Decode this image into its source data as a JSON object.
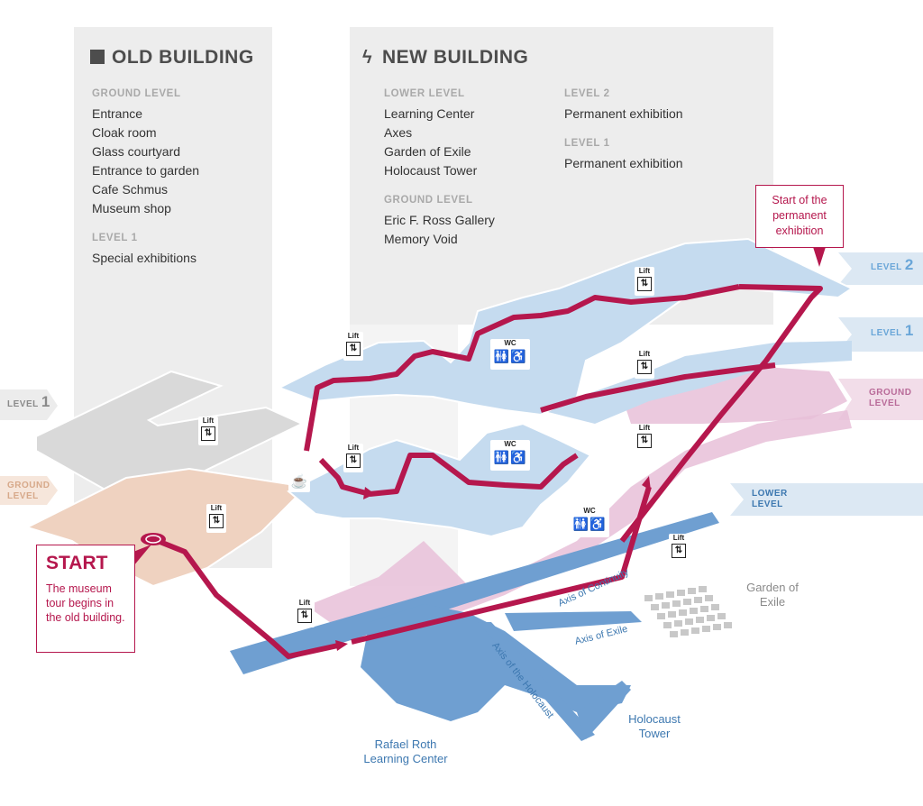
{
  "old_building": {
    "title": "OLD BUILDING",
    "ground_level": {
      "label": "GROUND LEVEL",
      "items": [
        "Entrance",
        "Cloak room",
        "Glass courtyard",
        "Entrance to garden",
        "Cafe Schmus",
        "Museum shop"
      ]
    },
    "level1": {
      "label": "LEVEL 1",
      "items": [
        "Special exhibitions"
      ]
    }
  },
  "new_building": {
    "title": "NEW BUILDING",
    "lower_level": {
      "label": "LOWER LEVEL",
      "items": [
        "Learning Center",
        "Axes",
        "Garden of Exile",
        "Holocaust Tower"
      ]
    },
    "ground_level": {
      "label": "GROUND LEVEL",
      "items": [
        "Eric F. Ross Gallery",
        "Memory Void"
      ]
    },
    "level2": {
      "label": "LEVEL 2",
      "items": [
        "Permanent exhibition"
      ]
    },
    "level1": {
      "label": "LEVEL 1",
      "items": [
        "Permanent exhibition"
      ]
    }
  },
  "level_tags": {
    "left_level1": "LEVEL",
    "left_level1_num": "1",
    "left_ground": "GROUND LEVEL",
    "right_level2": "LEVEL",
    "right_level2_num": "2",
    "right_level1": "LEVEL",
    "right_level1_num": "1",
    "right_ground": "GROUND LEVEL",
    "right_lower": "LOWER LEVEL"
  },
  "icons": {
    "lift_label": "Lift",
    "lift_symbol": "⇅",
    "wc_label": "WC",
    "wc_symbol": "🚻♿",
    "cafe_symbol": "☕",
    "old_building_icon": "old-building-icon",
    "new_building_icon": "new-building-icon"
  },
  "start": {
    "title": "START",
    "text": "The museum tour begins in the old building."
  },
  "permanent_start": "Start of the permanent exhibition",
  "places": {
    "learning_center": "Rafael Roth Learning Center",
    "holocaust_tower": "Holocaust Tower",
    "garden_of_exile": "Garden of Exile",
    "axis_continuity": "Axis of Continuity",
    "axis_exile": "Axis of Exile",
    "axis_holocaust": "Axis of the Holocaust"
  },
  "colors": {
    "route": "#b5174d",
    "panel": "#ededed",
    "level_blue": "#c5dbef",
    "lower_blue": "#6f9fd1",
    "ground_pink": "#e7bfd8",
    "old_grey": "#d9d9d9",
    "old_tan": "#efd2c0"
  }
}
